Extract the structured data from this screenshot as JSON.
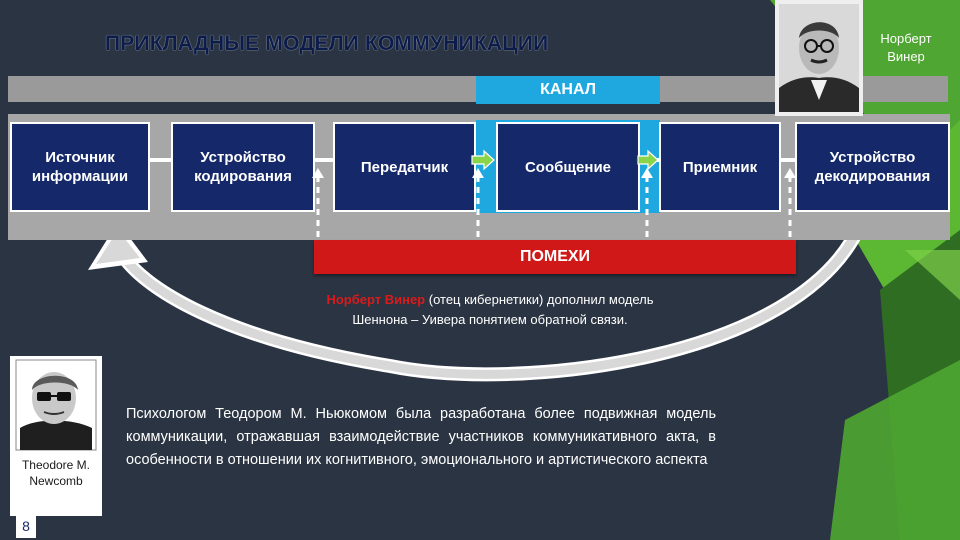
{
  "slide": {
    "title": "ПРИКЛАДНЫЕ МОДЕЛИ КОММУНИКАЦИИ",
    "page_number": "8"
  },
  "diagram": {
    "channel_label": "КАНАЛ",
    "noise_label": "ПОМЕХИ",
    "nodes": [
      {
        "line1": "Источник",
        "line2": "информации"
      },
      {
        "line1": "Устройство",
        "line2": "кодирования"
      },
      {
        "line1": "Передатчик",
        "line2": ""
      },
      {
        "line1": "Сообщение",
        "line2": ""
      },
      {
        "line1": "Приемник",
        "line2": ""
      },
      {
        "line1": "Устройство",
        "line2": "декодирования"
      }
    ]
  },
  "wiener": {
    "caption_line1": "Норберт",
    "caption_line2": "Винер",
    "note_name": "Норберт Винер",
    "note_rest": " (отец кибернетики) дополнил модель",
    "note_line2": "Шеннона – Уивера понятием обратной связи."
  },
  "newcomb": {
    "caption_line1": "Theodore M.",
    "caption_line2": "Newcomb",
    "paragraph": "Психологом Теодором М. Ньюкомом была разработана более подвижная модель коммуникации, отражавшая взаимодействие участников коммуникативного акта, в особенности в отношении их когнитивного, эмоционального и артистического аспекта"
  },
  "colors": {
    "background": "#2b3442",
    "accent_green": "#5cb833",
    "channel_blue": "#1fa8e0",
    "node_navy": "#14286a",
    "noise_red": "#d01818"
  }
}
